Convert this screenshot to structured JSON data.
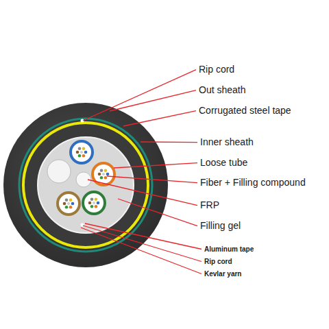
{
  "diagram": {
    "labels": [
      "Rip cord",
      "Out sheath",
      "Corrugated steel tape",
      "Inner sheath",
      "Loose tube",
      "Fiber + Filling compound",
      "FRP",
      "Filling gel",
      "Aluminum tape",
      "Rip cord",
      "Kevlar yarn"
    ]
  }
}
